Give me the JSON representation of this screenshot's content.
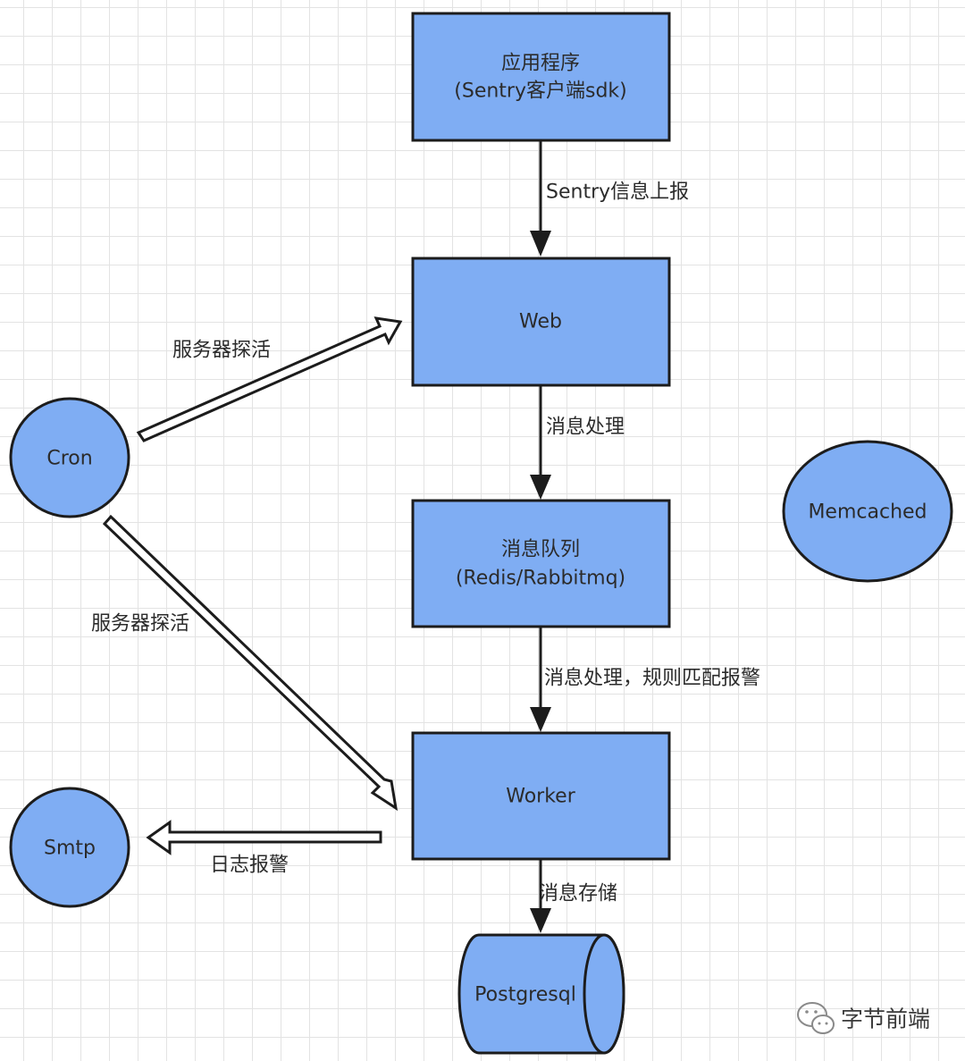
{
  "nodes": {
    "app": {
      "line1": "应用程序",
      "line2": "(Sentry客户端sdk)"
    },
    "web": {
      "label": "Web"
    },
    "queue": {
      "line1": "消息队列",
      "line2": "(Redis/Rabbitmq)"
    },
    "worker": {
      "label": "Worker"
    },
    "cron": {
      "label": "Cron"
    },
    "memcached": {
      "label": "Memcached"
    },
    "smtp": {
      "label": "Smtp"
    },
    "postgresql": {
      "label": "Postgresql"
    }
  },
  "edges": {
    "app_to_web": "Sentry信息上报",
    "web_to_queue": "消息处理",
    "queue_to_worker": "消息处理，规则匹配报警",
    "worker_to_postgresql": "消息存储",
    "cron_to_web": "服务器探活",
    "cron_to_worker": "服务器探活",
    "worker_to_smtp": "日志报警"
  },
  "watermark": {
    "text": "字节前端"
  },
  "colors": {
    "node_fill": "#7fadf3",
    "node_stroke": "#1c1c1c",
    "grid": "#e3e3e3",
    "arrow": "#1c1c1c"
  }
}
